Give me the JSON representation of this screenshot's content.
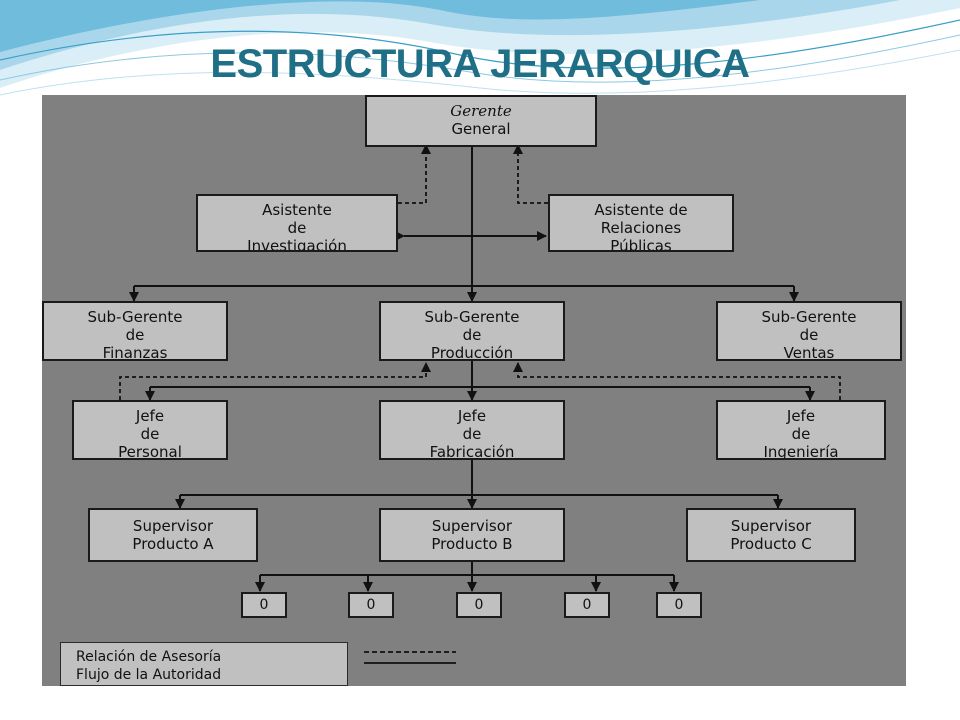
{
  "slide": {
    "title": "ESTRUCTURA JERARQUICA"
  },
  "org": {
    "gerente": {
      "line1": "Gerente",
      "line2": "General"
    },
    "asistente_inv": {
      "line1": "Asistente",
      "line2": "de",
      "line3": "Investigación"
    },
    "asistente_rp": {
      "line1": "Asistente de",
      "line2": "Relaciones",
      "line3": "Públicas"
    },
    "subgerente_finanzas": {
      "line1": "Sub-Gerente",
      "line2": "de",
      "line3": "Finanzas"
    },
    "subgerente_produccion": {
      "line1": "Sub-Gerente",
      "line2": "de",
      "line3": "Producción"
    },
    "subgerente_ventas": {
      "line1": "Sub-Gerente",
      "line2": "de",
      "line3": "Ventas"
    },
    "jefe_personal": {
      "line1": "Jefe",
      "line2": "de",
      "line3": "Personal"
    },
    "jefe_fabricacion": {
      "line1": "Jefe",
      "line2": "de",
      "line3": "Fabricación"
    },
    "jefe_ingenieria": {
      "line1": "Jefe",
      "line2": "de",
      "line3": "Ingeniería"
    },
    "supervisor_a": {
      "line1": "Supervisor",
      "line2": "Producto A"
    },
    "supervisor_b": {
      "line1": "Supervisor",
      "line2": "Producto B"
    },
    "supervisor_c": {
      "line1": "Supervisor",
      "line2": "Producto C"
    },
    "workers": [
      "0",
      "0",
      "0",
      "0",
      "0"
    ]
  },
  "legend": {
    "advisory": "Relación de Asesoría",
    "authority": "Flujo de la Autoridad"
  },
  "colors": {
    "title": "#1f6f86",
    "panel": "#808080",
    "box": "#c0c0c0",
    "line": "#111111"
  }
}
